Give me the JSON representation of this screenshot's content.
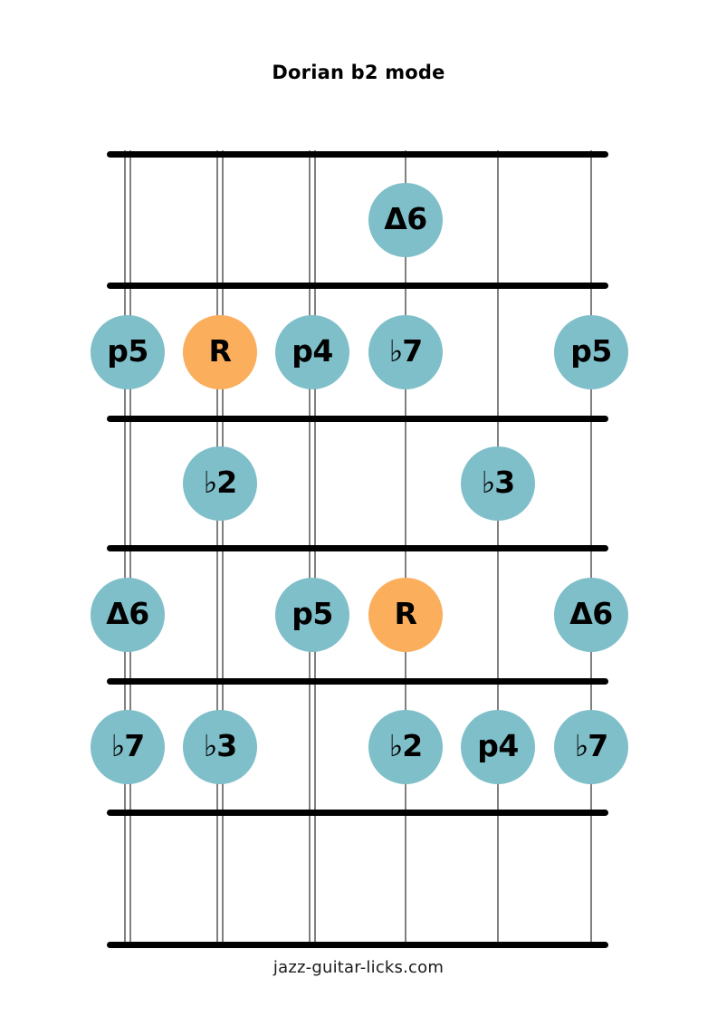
{
  "title": "Dorian b2 mode",
  "footer": "jazz-guitar-licks.com",
  "colors": {
    "note_fill": "#7FBFC9",
    "root_fill": "#FBAE5C",
    "fret": "#000000",
    "string": "#808080",
    "background": "#FFFFFF",
    "text": "#000000"
  },
  "diagram": {
    "type": "guitar-fretboard",
    "string_count": 6,
    "fret_count": 6,
    "string_x": [
      141,
      243,
      345,
      448,
      550,
      653
    ],
    "fret_y": [
      170,
      315,
      462,
      605,
      752,
      897,
      1043
    ],
    "wound_strings": [
      1,
      2,
      3
    ],
    "notes": [
      {
        "string": 4,
        "fret": 1,
        "label": "Δ6",
        "role": "note"
      },
      {
        "string": 1,
        "fret": 2,
        "label": "p5",
        "role": "note"
      },
      {
        "string": 2,
        "fret": 2,
        "label": "R",
        "role": "root"
      },
      {
        "string": 3,
        "fret": 2,
        "label": "p4",
        "role": "note"
      },
      {
        "string": 4,
        "fret": 2,
        "label": "♭7",
        "role": "note"
      },
      {
        "string": 6,
        "fret": 2,
        "label": "p5",
        "role": "note"
      },
      {
        "string": 2,
        "fret": 3,
        "label": "♭2",
        "role": "note"
      },
      {
        "string": 5,
        "fret": 3,
        "label": "♭3",
        "role": "note"
      },
      {
        "string": 1,
        "fret": 4,
        "label": "Δ6",
        "role": "note"
      },
      {
        "string": 3,
        "fret": 4,
        "label": "p5",
        "role": "note"
      },
      {
        "string": 4,
        "fret": 4,
        "label": "R",
        "role": "root"
      },
      {
        "string": 6,
        "fret": 4,
        "label": "Δ6",
        "role": "note"
      },
      {
        "string": 1,
        "fret": 5,
        "label": "♭7",
        "role": "note"
      },
      {
        "string": 2,
        "fret": 5,
        "label": "♭3",
        "role": "note"
      },
      {
        "string": 4,
        "fret": 5,
        "label": "♭2",
        "role": "note"
      },
      {
        "string": 5,
        "fret": 5,
        "label": "p4",
        "role": "note"
      },
      {
        "string": 6,
        "fret": 5,
        "label": "♭7",
        "role": "note"
      }
    ]
  }
}
